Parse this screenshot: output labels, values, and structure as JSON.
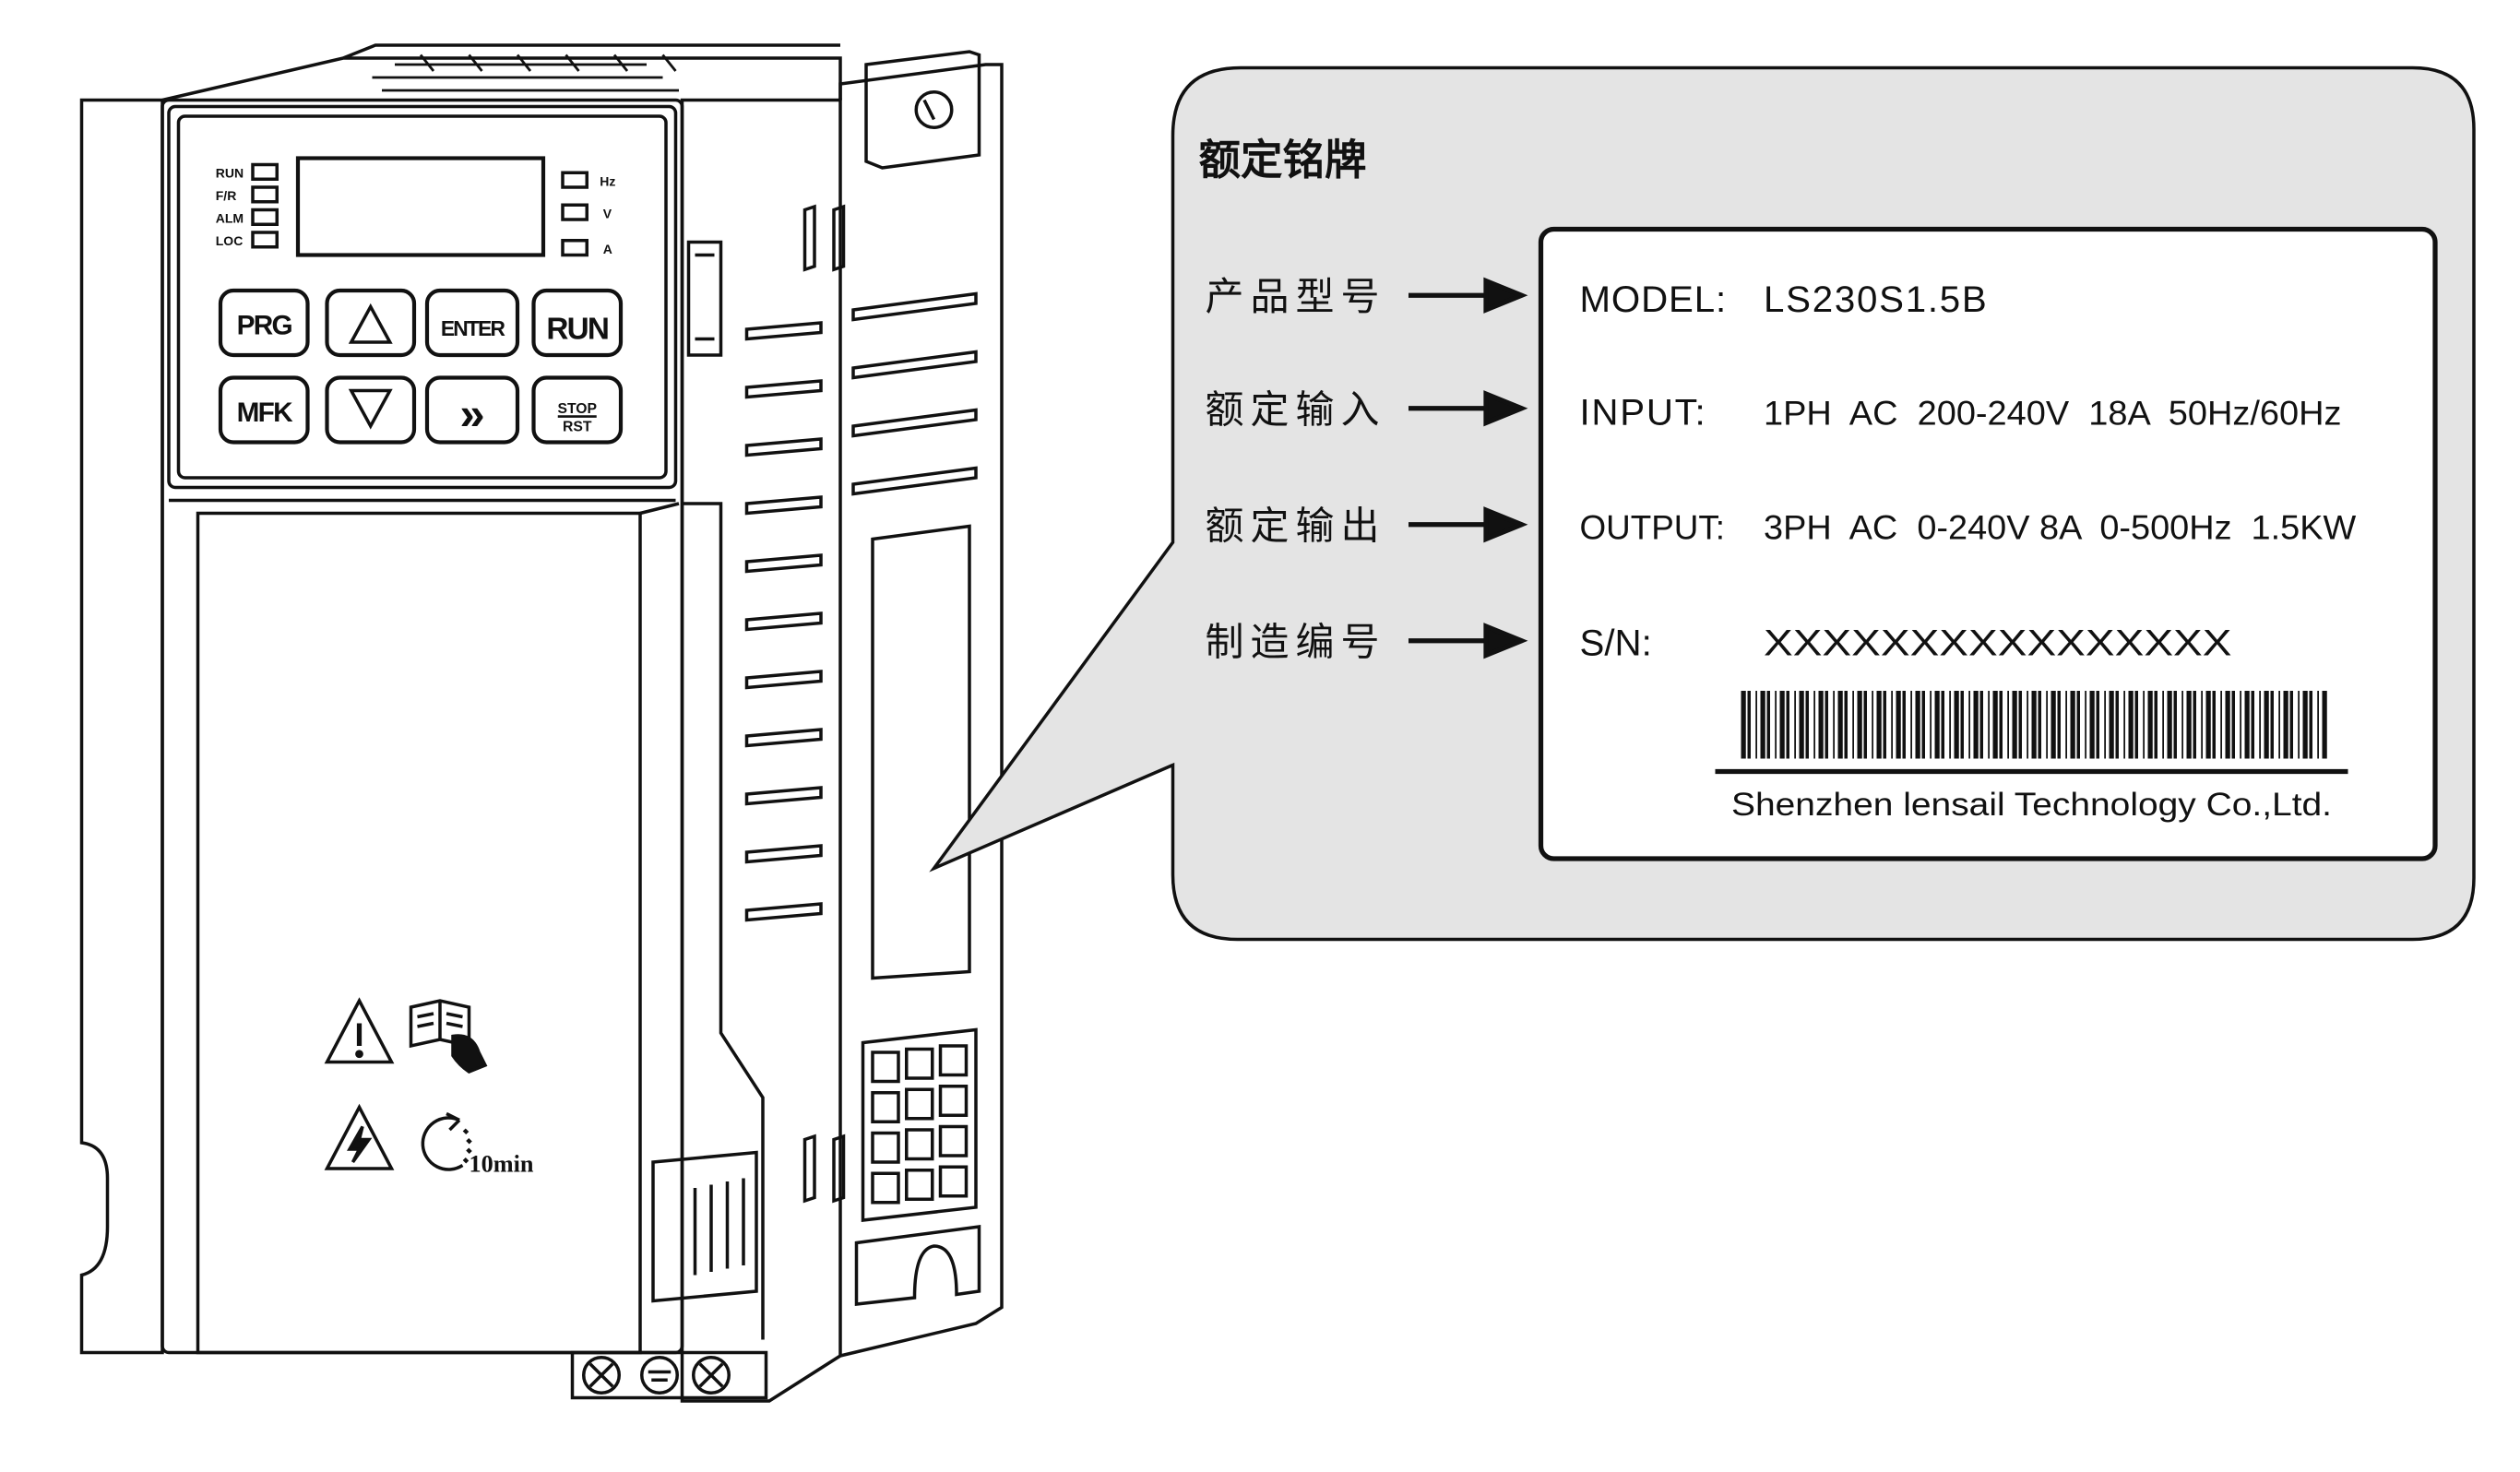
{
  "keypad": {
    "leds_left": [
      "RUN",
      "F/R",
      "ALM",
      "LOC"
    ],
    "leds_right": [
      "Hz",
      "V",
      "A"
    ],
    "keys": {
      "prg": "PRG",
      "enter": "ENTER",
      "run": "RUN",
      "mfk": "MFK",
      "shift": "»",
      "stop_line1": "STOP",
      "stop_line2": "RST"
    }
  },
  "warning": {
    "discharge_time": "10min"
  },
  "nameplate": {
    "title": "额定铭牌",
    "callouts": [
      "产品型号",
      "额定输入",
      "额定输出",
      "制造编号"
    ],
    "fields": [
      {
        "label": "MODEL:",
        "value": "LS230S1.5B"
      },
      {
        "label": "INPUT:",
        "value": "1PH  AC  200-240V  18A  50Hz/60Hz"
      },
      {
        "label": "OUTPUT:",
        "value": "3PH  AC  0-240V 8A  0-500Hz  1.5KW"
      },
      {
        "label": "S/N:",
        "value": "XXXXXXXXXXXXXXXX"
      }
    ],
    "company": "Shenzhen lensail Technology Co.,Ltd."
  },
  "colors": {
    "callout_fill": "#e4e4e4",
    "line": "#111111",
    "label_fill": "#ffffff"
  }
}
